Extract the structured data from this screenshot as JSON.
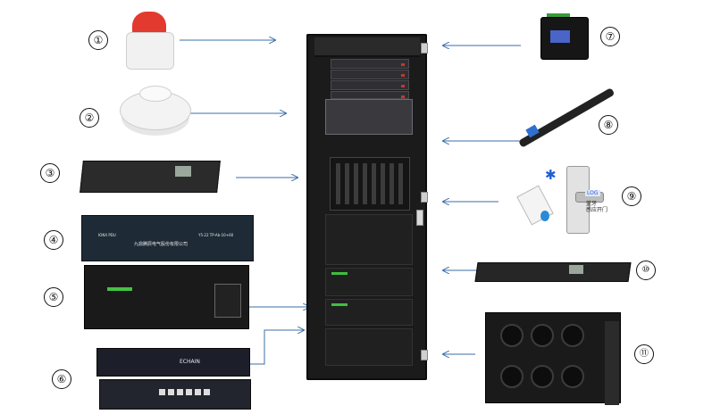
{
  "items": [
    {
      "number": "①",
      "device": "alarm-siren"
    },
    {
      "number": "②",
      "device": "smoke-detector"
    },
    {
      "number": "③",
      "device": "rack-mount-unit"
    },
    {
      "number": "④",
      "device": "rack-control-unit"
    },
    {
      "number": "⑤",
      "device": "ups"
    },
    {
      "number": "⑥",
      "device": "network-switch"
    },
    {
      "number": "⑦",
      "device": "monitoring-gateway"
    },
    {
      "number": "⑧",
      "device": "pdu-power-strip"
    },
    {
      "number": "⑨",
      "device": "access-control-lock"
    },
    {
      "number": "⑩",
      "device": "rack-mount-unit-2"
    },
    {
      "number": "⑪",
      "device": "cooling-unit"
    }
  ],
  "device_labels": {
    "control_unit_left": "IONX PDU",
    "control_unit_name": "九鼎腾辰电气股份有限公司",
    "control_unit_model": "Y5-22 TP-Ab-10+60",
    "lock_label": "蓝牙\n感应开门",
    "lock_button": "LOG",
    "switch_brand": "ECHAIN"
  },
  "colors": {
    "arrow": "#3b6ea8",
    "rack": "#1b1b1b",
    "alarm_red": "#e23a2e"
  }
}
